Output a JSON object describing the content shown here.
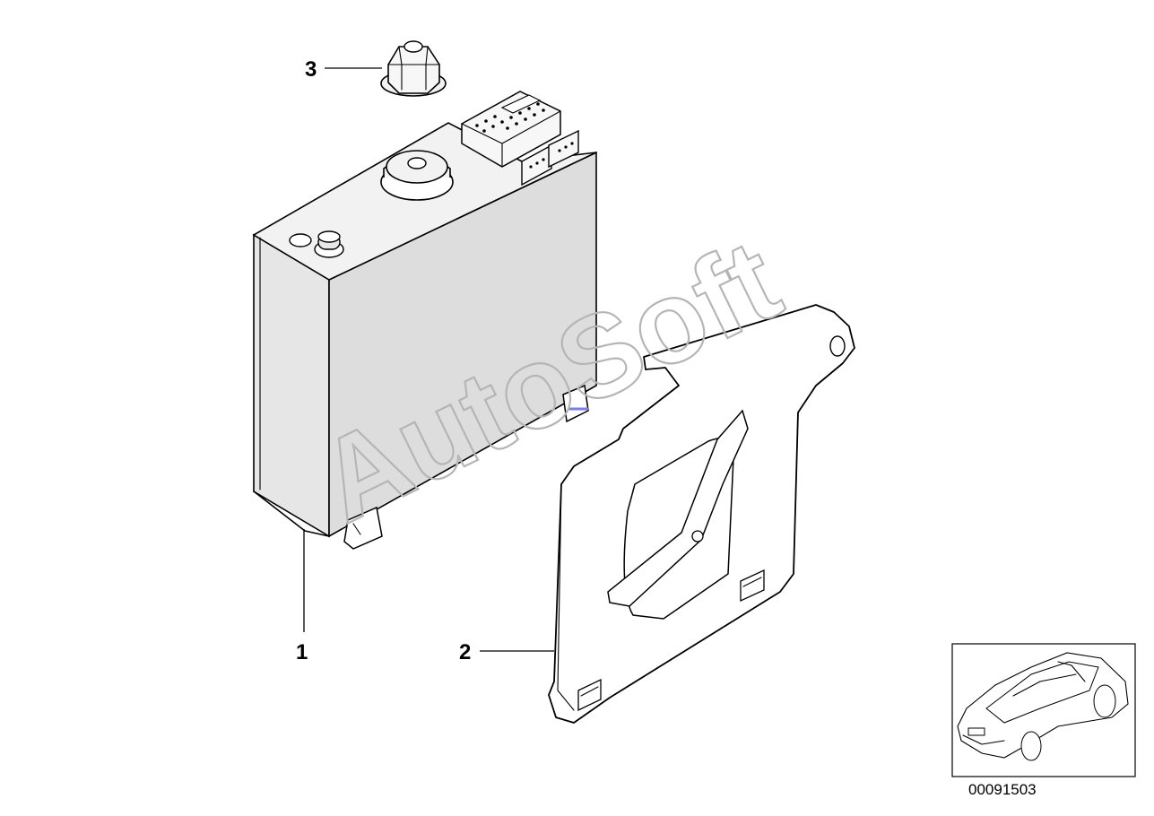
{
  "callouts": {
    "part1": "1",
    "part2": "2",
    "part3": "3"
  },
  "watermark": "AutoSoft",
  "diagram_number": "00091503",
  "icons": {
    "thumbnail": "car-silhouette-icon"
  },
  "colors": {
    "line": "#000000",
    "box_fill": "#e8e8e8",
    "side_fill": "#dcdcdc",
    "watermark": "#b5b5b5",
    "marker": "#7a7aff"
  }
}
